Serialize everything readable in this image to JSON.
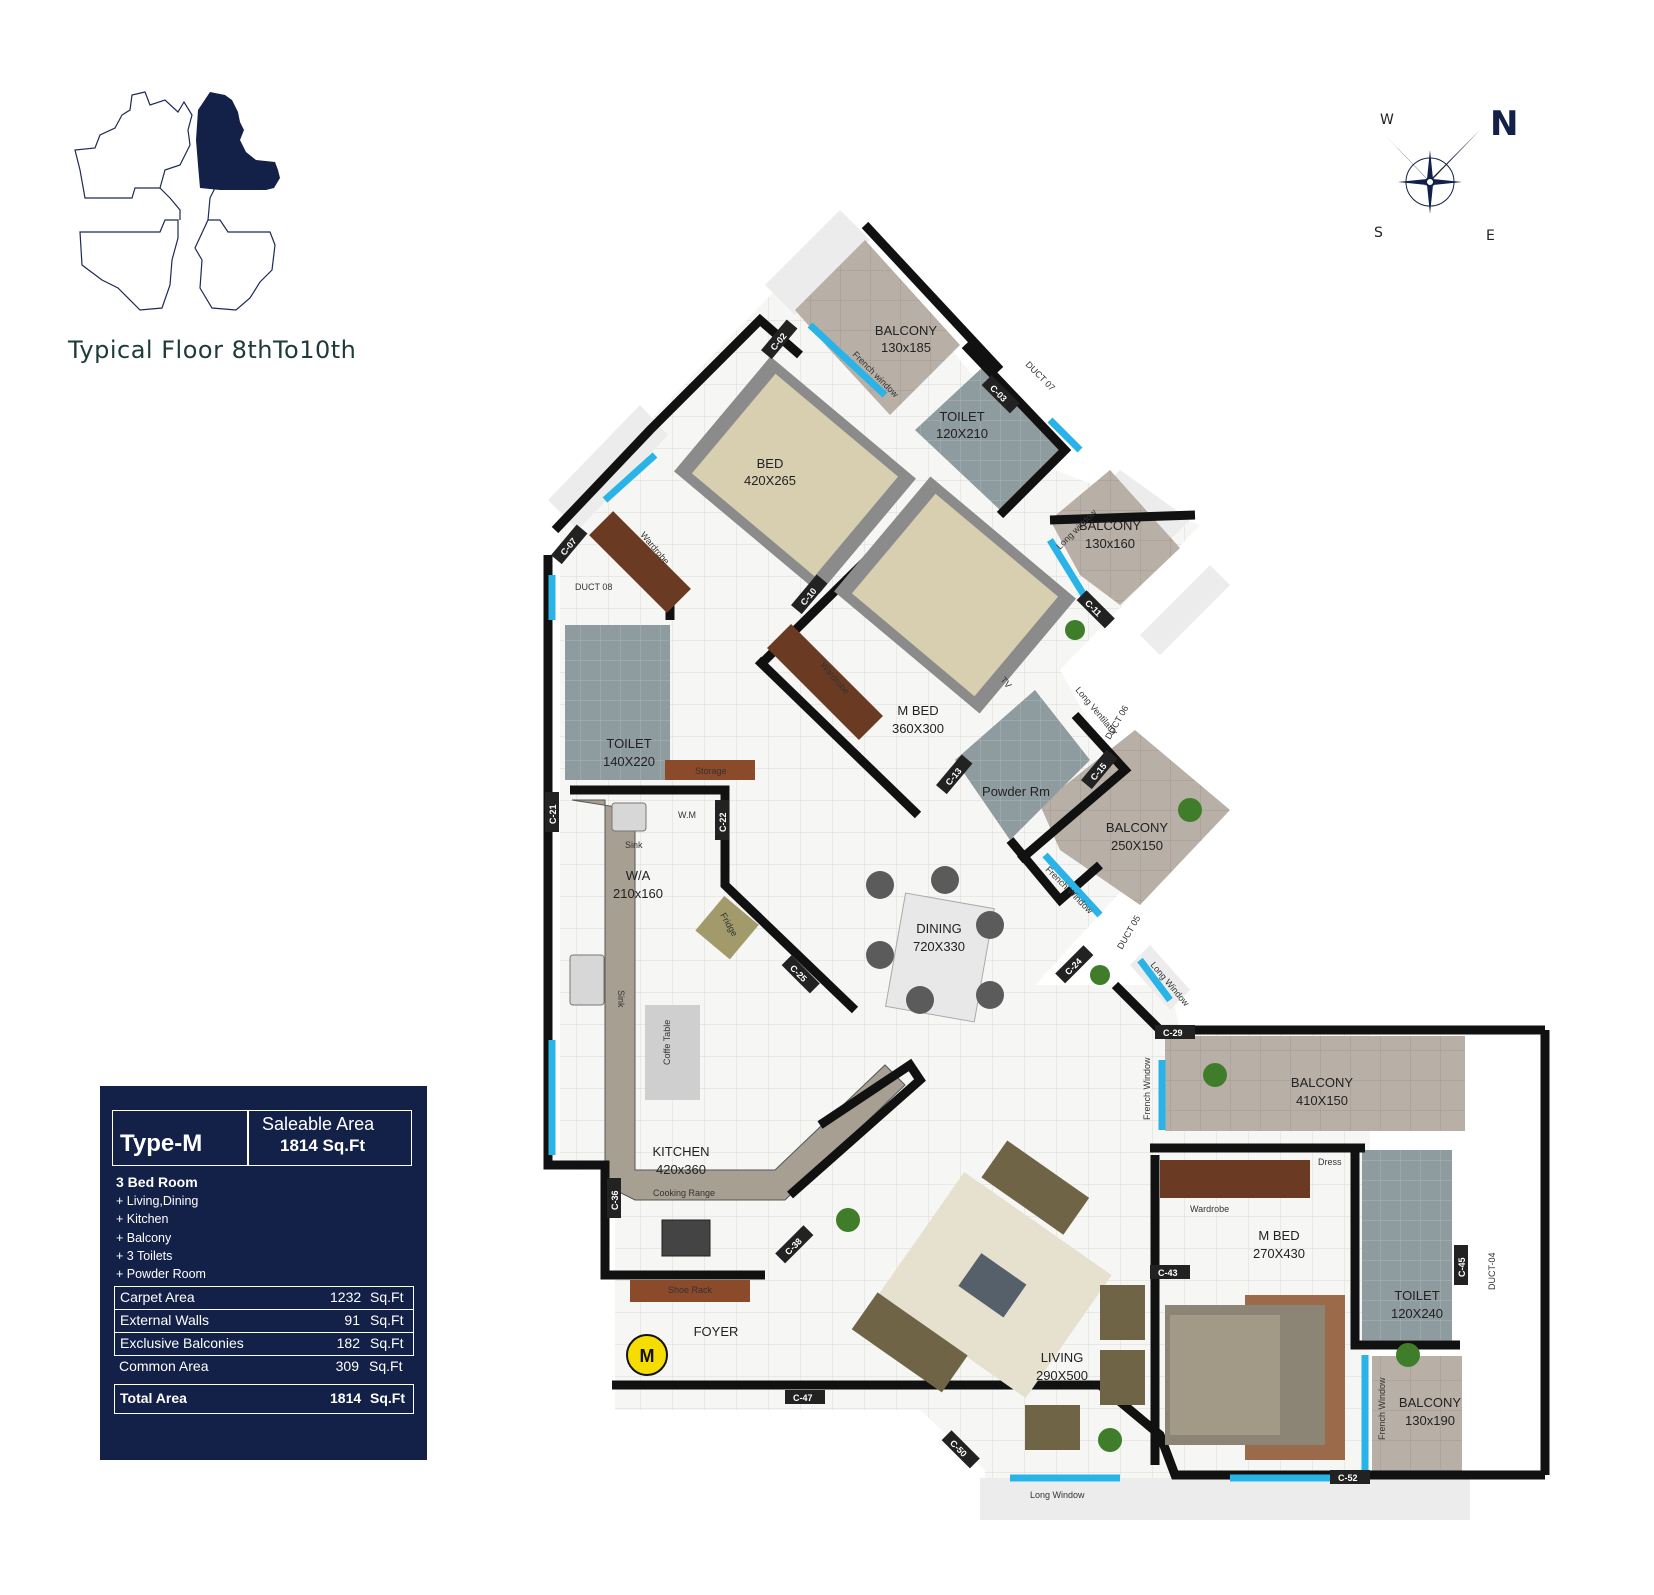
{
  "key_plan": {
    "title": "Typical Floor 8thTo10th"
  },
  "compass": {
    "north": "N",
    "west": "W",
    "south": "S",
    "east": "E"
  },
  "rooms": {
    "balcony_top": {
      "name": "BALCONY",
      "size": "130x185"
    },
    "toilet_top": {
      "name": "TOILET",
      "size": "120X210"
    },
    "bed": {
      "name": "BED",
      "size": "420X265"
    },
    "balcony_right1": {
      "name": "BALCONY",
      "size": "130x160"
    },
    "m_bed_1": {
      "name": "M BED",
      "size": "360X300"
    },
    "toilet_left": {
      "name": "TOILET",
      "size": "140X220"
    },
    "powder": {
      "name": "Powder Rm"
    },
    "balcony_mid": {
      "name": "BALCONY",
      "size": "250X150"
    },
    "wa": {
      "name": "W/A",
      "size": "210x160"
    },
    "dining": {
      "name": "DINING",
      "size": "720X330"
    },
    "kitchen": {
      "name": "KITCHEN",
      "size": "420x360"
    },
    "balcony_big": {
      "name": "BALCONY",
      "size": "410X150"
    },
    "m_bed_2": {
      "name": "M BED",
      "size": "270X430"
    },
    "toilet_right": {
      "name": "TOILET",
      "size": "120X240"
    },
    "living": {
      "name": "LIVING",
      "size": "290X500"
    },
    "foyer": {
      "name": "FOYER"
    },
    "balcony_br": {
      "name": "BALCONY",
      "size": "130x190"
    }
  },
  "annotations": {
    "french_window": "French window",
    "french_window_cap": "French Window",
    "long_window": "Long window",
    "long_window_cap": "Long Window",
    "long_ventilator": "Long Ventilator",
    "wardrobe": "Wardrobe",
    "tv": "TV",
    "storage": "Storage",
    "sink": "Sink",
    "wm": "W.M",
    "fridge": "Fridge",
    "coffee_table": "Coffe Table",
    "cooking_range": "Cooking Range",
    "shoe_rack": "Shoe Rack",
    "dress": "Dress",
    "duct_07": "DUCT 07",
    "duct_08": "DUCT 08",
    "duct_06": "DUCT 06",
    "duct_05": "DUCT 05",
    "duct_04": "DUCT-04",
    "entry_mark": "M"
  },
  "columns": [
    "C-02",
    "C-03",
    "C-07",
    "C-10",
    "C-11",
    "C-13",
    "C-15",
    "C-21",
    "C-22",
    "C-24",
    "C-25",
    "C-29",
    "C-36",
    "C-38",
    "C-43",
    "C-45",
    "C-47",
    "C-50",
    "C-52"
  ],
  "panel": {
    "type": "Type-M",
    "saleable_label": "Saleable Area",
    "saleable_value": "1814 Sq.Ft",
    "bedrooms": "3 Bed Room",
    "features": [
      "+ Living,Dining",
      "+ Kitchen",
      "+ Balcony",
      "+ 3 Toilets",
      "+ Powder Room"
    ],
    "areas": [
      {
        "label": "Carpet Area",
        "value": "1232",
        "unit": "Sq.Ft"
      },
      {
        "label": "External Walls",
        "value": "91",
        "unit": "Sq.Ft"
      },
      {
        "label": "Exclusive Balconies",
        "value": "182",
        "unit": "Sq.Ft"
      },
      {
        "label": "Common Area",
        "value": "309",
        "unit": "Sq.Ft"
      }
    ],
    "total": {
      "label": "Total Area",
      "value": "1814",
      "unit": "Sq.Ft"
    }
  },
  "colors": {
    "navy": "#132048",
    "wall": "#111111",
    "window": "#2ab3e6",
    "balcony_floor": "#b7aea4",
    "toilet_floor": "#8f9ca0",
    "floor_tile": "#f4f4f2",
    "wood": "#6b3a22",
    "counter": "#a89f93"
  }
}
